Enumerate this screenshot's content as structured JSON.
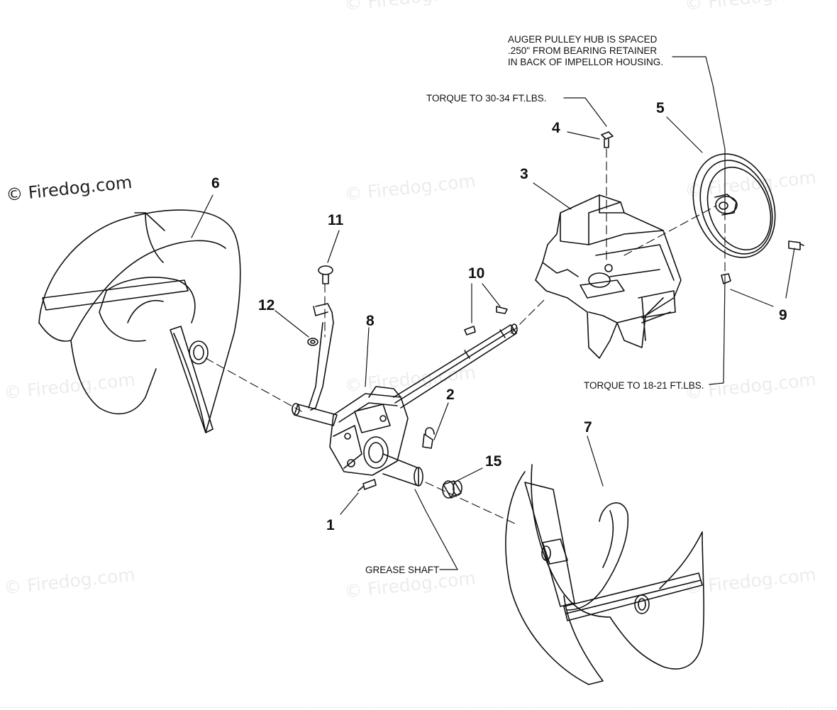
{
  "watermark_text": "© Firedog.com",
  "callouts": [
    {
      "id": "1",
      "label": "1"
    },
    {
      "id": "2",
      "label": "2"
    },
    {
      "id": "3",
      "label": "3"
    },
    {
      "id": "4",
      "label": "4"
    },
    {
      "id": "5",
      "label": "5"
    },
    {
      "id": "6",
      "label": "6"
    },
    {
      "id": "7",
      "label": "7"
    },
    {
      "id": "8",
      "label": "8"
    },
    {
      "id": "9",
      "label": "9"
    },
    {
      "id": "10",
      "label": "10"
    },
    {
      "id": "11",
      "label": "11"
    },
    {
      "id": "12",
      "label": "12"
    },
    {
      "id": "15",
      "label": "15"
    }
  ],
  "notes": {
    "pulley_hub": "AUGER PULLEY HUB IS SPACED\n.250\" FROM BEARING RETAINER\nIN BACK OF IMPELLOR HOUSING.",
    "torque_30_34": "TORQUE TO 30-34 FT.LBS.",
    "torque_18_21": "TORQUE TO 18-21 FT.LBS.",
    "grease_shaft": "GREASE SHAFT"
  }
}
